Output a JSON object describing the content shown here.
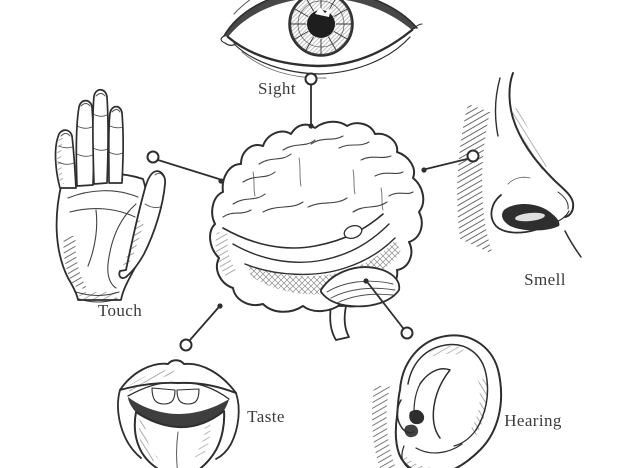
{
  "diagram": {
    "center_icon": "brain-illustration",
    "senses": [
      {
        "id": "sight",
        "label": "Sight",
        "icon": "eye-illustration",
        "label_position": "top-center"
      },
      {
        "id": "touch",
        "label": "Touch",
        "icon": "hand-illustration",
        "label_position": "middle-left"
      },
      {
        "id": "smell",
        "label": "Smell",
        "icon": "nose-illustration",
        "label_position": "middle-right"
      },
      {
        "id": "taste",
        "label": "Taste",
        "icon": "mouth-illustration",
        "label_position": "bottom-center"
      },
      {
        "id": "hearing",
        "label": "Hearing",
        "icon": "ear-illustration",
        "label_position": "bottom-right"
      }
    ],
    "connector_style": "line with open circle at sense end and filled dot at brain end"
  },
  "colors": {
    "ink": "#2e2e2e",
    "label_text": "#3b3b3b",
    "background": "#ffffff"
  }
}
